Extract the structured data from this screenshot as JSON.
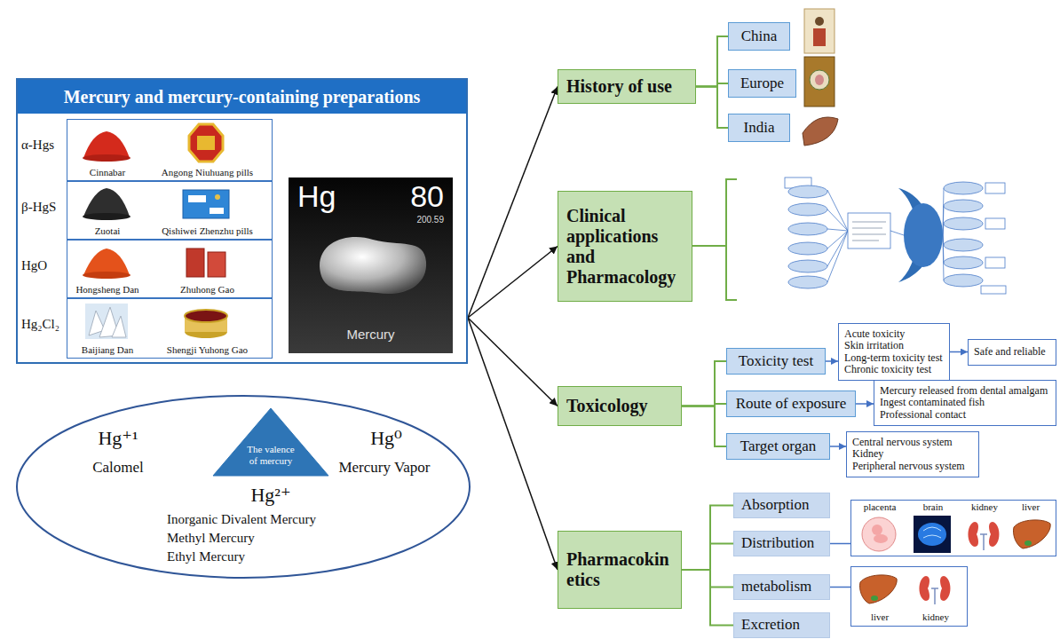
{
  "diagram": {
    "nodes": [
      {
        "text": [
          "Mercury and mercury-containing preparations"
        ]
      },
      {
        "text": [
          "α-Hgs",
          "Cinnabar",
          "Angong Niuhuang pills"
        ],
        "in": 0
      },
      {
        "text": [
          "β-HgS",
          "Zuotai",
          "Qishiwei Zhenzhu pills"
        ],
        "in": 0
      },
      {
        "text": [
          "HgO",
          "Hongsheng Dan",
          "Zhuhong Gao"
        ],
        "in": 0
      },
      {
        "text": [
          "Hg₂Cl₂",
          "Baijiang Dan",
          "Shengji Yuhong Gao"
        ],
        "in": 0
      },
      {
        "text": [
          "Hg",
          "80",
          "200.59",
          "Mercury"
        ],
        "in": 0
      },
      {
        "text": [
          "Hg⁺¹",
          "Calomel",
          "Hg⁰",
          "Mercury Vapor",
          "Hg²⁺",
          "Inorganic Divalent Mercury",
          "Methyl Mercury",
          "Ethyl Mercury"
        ]
      },
      {
        "text": [
          "The valence of mercury"
        ],
        "in": 6
      },
      {
        "text": [
          "History of use"
        ]
      },
      {
        "text": [
          "China"
        ]
      },
      {
        "text": [
          "Europe"
        ]
      },
      {
        "text": [
          "India"
        ]
      },
      {
        "text": [
          "Clinical applications and Pharmacology"
        ]
      },
      {
        "text": [
          "Toxicology"
        ]
      },
      {
        "text": [
          "Toxicity test"
        ]
      },
      {
        "text": [
          "Acute toxicity",
          "Skin irritation",
          "Long-term toxicity test",
          "Chronic toxicity test"
        ]
      },
      {
        "text": [
          "Safe and reliable"
        ]
      },
      {
        "text": [
          "Route of exposure"
        ]
      },
      {
        "text": [
          "Mercury released from dental amalgam",
          "Ingest contaminated fish",
          "Professional contact"
        ]
      },
      {
        "text": [
          "Target organ"
        ]
      },
      {
        "text": [
          "Central nervous system",
          "Kidney",
          "Peripheral nervous system"
        ]
      },
      {
        "text": [
          "Pharmacokin etics"
        ]
      },
      {
        "text": [
          "Absorption"
        ]
      },
      {
        "text": [
          "Distribution"
        ]
      },
      {
        "text": [
          "placenta",
          "brain",
          "kidney",
          "liver"
        ]
      },
      {
        "text": [
          "metabolism"
        ]
      },
      {
        "text": [
          "liver",
          "kidney"
        ]
      },
      {
        "text": [
          "Excretion"
        ]
      }
    ],
    "edges": [
      {
        "from": 0,
        "to": 8,
        "arrow": "to"
      },
      {
        "from": 0,
        "to": 12,
        "arrow": "to"
      },
      {
        "from": 0,
        "to": 13,
        "arrow": "to"
      },
      {
        "from": 0,
        "to": 21,
        "arrow": "to"
      },
      {
        "from": 8,
        "to": 9,
        "arrow": "none"
      },
      {
        "from": 8,
        "to": 10,
        "arrow": "none"
      },
      {
        "from": 8,
        "to": 11,
        "arrow": "none"
      },
      {
        "from": 13,
        "to": 14,
        "arrow": "none"
      },
      {
        "from": 13,
        "to": 17,
        "arrow": "none"
      },
      {
        "from": 13,
        "to": 19,
        "arrow": "none"
      },
      {
        "from": 14,
        "to": 15,
        "arrow": "to"
      },
      {
        "from": 15,
        "to": 16,
        "arrow": "to"
      },
      {
        "from": 17,
        "to": 18,
        "arrow": "to"
      },
      {
        "from": 19,
        "to": 20,
        "arrow": "to"
      },
      {
        "from": 21,
        "to": 22,
        "arrow": "none"
      },
      {
        "from": 21,
        "to": 23,
        "arrow": "none"
      },
      {
        "from": 21,
        "to": 25,
        "arrow": "none"
      },
      {
        "from": 21,
        "to": 27,
        "arrow": "none"
      },
      {
        "from": 23,
        "to": 24,
        "arrow": "none"
      },
      {
        "from": 25,
        "to": 26,
        "arrow": "none"
      }
    ]
  }
}
